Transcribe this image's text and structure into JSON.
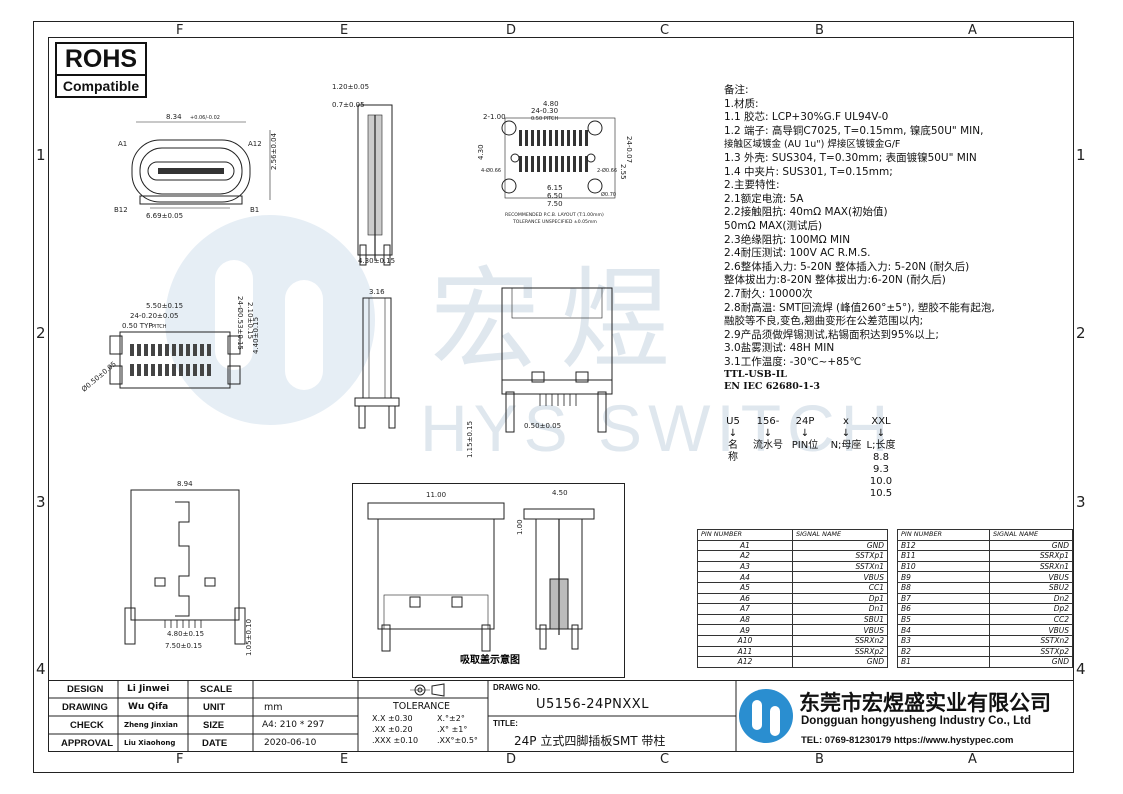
{
  "zones": {
    "top": [
      "F",
      "E",
      "D",
      "C",
      "B",
      "A"
    ],
    "side": [
      "1",
      "2",
      "3",
      "4"
    ]
  },
  "rohs": {
    "title": "ROHS",
    "subtitle": "Compatible"
  },
  "watermark": {
    "cn": "宏煜",
    "en": "HYS SWITCH"
  },
  "dims": {
    "d01": "8.34",
    "d01tol": "+0.06/-0.02",
    "d02": "2.56±0.04",
    "d03": "6.69±0.05",
    "pinA1": "A1",
    "pinA12": "A12",
    "pinB12": "B12",
    "pinB1": "B1",
    "d11": "1.20±0.05",
    "d12": "0.7±0.05",
    "d10": "4.30±0.15",
    "p480": "4.80",
    "p2430": "24-0.30",
    "p050": "0.50 PITCH",
    "p2100": "2-1.00",
    "p2407": "24-0.07",
    "p430": "4.30",
    "p255": "2.55",
    "p615": "6.15",
    "p650": "6.50",
    "p750": "7.50",
    "p066a": "4-Ø0.66",
    "p066b": "2-Ø0.66",
    "p070": "Ø0.70",
    "recommend": "RECOMMENDED  P.C.B. LAYOUT (T:1.00mm)",
    "tolerance_note": "TOLERANCE  UNSPECIFIED ±0.05mm",
    "d16": "5.50±0.15",
    "d024": "24-0.20±0.05",
    "d0050": "0.50  TYP",
    "d14": "24-Ø0.53±0.15",
    "d13": "2.10±0.15",
    "d440": "4.40±0.15",
    "d15": "Ø0.50±0.05",
    "pitch": "PITCH",
    "d316": "3.16",
    "d09": "0.50±0.05",
    "d115": "1.15±0.15",
    "d894": "8.94",
    "d05": "4.80±0.15",
    "d06": "7.50±0.15",
    "d07": "1.05±0.10",
    "d1100": "11.00",
    "d450": "4.50",
    "d100": "1.00",
    "suction": "吸取盖示意图"
  },
  "notes": {
    "lines": [
      "备注:",
      "1.材质:",
      "1.1  胶芯: LCP+30%G.F  UL94V-0",
      "1.2  端子: 高导铜C7025, T=0.15mm, 镍底50U\" MIN,",
      "          接触区域镀金 (AU 1u\") 焊接区镀镀金G/F",
      "1.3  外壳: SUS304, T=0.30mm; 表面镀镍50U\" MIN",
      "1.4  中夹片: SUS301, T=0.15mm;",
      "2.主要特性:",
      "2.1额定电流: 5A",
      "2.2接触阻抗: 40mΩ MAX(初始值)",
      "                  50mΩ  MAX(测试后)",
      "2.3绝缘阻抗: 100MΩ  MIN",
      "2.4耐压测试:  100V  AC  R.M.S.",
      "2.6整体插入力: 5-20N    整体插入力: 5-20N (耐久后)",
      "     整体拔出力:8-20N     整体拔出力:6-20N (耐久后)",
      "2.7耐久: 10000次",
      "2.8耐高温: SMT回流焊 (峰值260°±5°), 塑胶不能有起泡,",
      "           融胶等不良,变色,翘曲变形在公差范围以内;",
      "2.9产品须做焊锡测试,粘锡面积达到95%以上;",
      "3.0盐雾测试: 48H  MIN",
      "3.1工作温度: -30℃~+85℃",
      "TTL-USB-IL",
      "EN IEC 62680-1-3"
    ]
  },
  "part_naming": {
    "codes": [
      "U5",
      "156-",
      "24P",
      "x",
      "XXL"
    ],
    "arrows": [
      "↓",
      "↓",
      "↓",
      "↓",
      "↓"
    ],
    "names": [
      "名称",
      "流水号",
      "PIN位",
      "N;母座",
      "L;长度"
    ],
    "lengths": [
      "8.8",
      "9.3",
      "10.0",
      "10.5"
    ]
  },
  "pin_table_left": {
    "headers": [
      "PIN NUMBER",
      "SIGNAL  NAME"
    ],
    "rows": [
      [
        "A1",
        "GND"
      ],
      [
        "A2",
        "SSTXp1"
      ],
      [
        "A3",
        "SSTXn1"
      ],
      [
        "A4",
        "VBUS"
      ],
      [
        "A5",
        "CC1"
      ],
      [
        "A6",
        "Dp1"
      ],
      [
        "A7",
        "Dn1"
      ],
      [
        "A8",
        "SBU1"
      ],
      [
        "A9",
        "VBUS"
      ],
      [
        "A10",
        "SSRXn2"
      ],
      [
        "A11",
        "SSRXp2"
      ],
      [
        "A12",
        "GND"
      ]
    ]
  },
  "pin_table_right": {
    "headers": [
      "PIN NUMBER",
      "SIGNAL  NAME"
    ],
    "rows": [
      [
        "B12",
        "GND"
      ],
      [
        "B11",
        "SSRXp1"
      ],
      [
        "B10",
        "SSRXn1"
      ],
      [
        "B9",
        "VBUS"
      ],
      [
        "B8",
        "SBU2"
      ],
      [
        "B7",
        "Dn2"
      ],
      [
        "B6",
        "Dp2"
      ],
      [
        "B5",
        "CC2"
      ],
      [
        "B4",
        "VBUS"
      ],
      [
        "B3",
        "SSTXn2"
      ],
      [
        "B2",
        "SSTXp2"
      ],
      [
        "B1",
        "GND"
      ]
    ]
  },
  "title_block": {
    "design_label": "DESIGN",
    "design_name": "Li Jinwei",
    "drawing_label": "DRAWING",
    "drawing_name": "Wu Qifa",
    "check_label": "CHECK",
    "check_name": "Zheng Jinxian",
    "approval_label": "APPROVAL",
    "approval_name": "Liu Xiaohong",
    "scale_label": "SCALE",
    "scale_value": "",
    "unit_label": "UNIT",
    "unit_value": "mm",
    "size_label": "SIZE",
    "size_value": "A4: 210 * 297",
    "date_label": "DATE",
    "date_value": "2020-06-10",
    "tolerance_label": "TOLERANCE",
    "tol": [
      [
        "X.X  ±0.30",
        "X.°±2°"
      ],
      [
        ".XX  ±0.20",
        ".X° ±1°"
      ],
      [
        ".XXX  ±0.10",
        ".XX°±0.5°"
      ]
    ],
    "drawing_no_label": "DRAWG NO.",
    "drawing_no": "U5156-24PNXXL",
    "title_label": "TITLE:",
    "title": "24P 立式四脚插板SMT 带柱",
    "company_cn": "东莞市宏煜盛实业有限公司",
    "company_en": "Dongguan hongyusheng Industry Co., Ltd",
    "contact": "TEL: 0769-81230179  https://www.hystypec.com"
  },
  "colors": {
    "logo_blue": "#2a8ed0",
    "watermark": "#dfe7ee",
    "line": "#222222"
  }
}
